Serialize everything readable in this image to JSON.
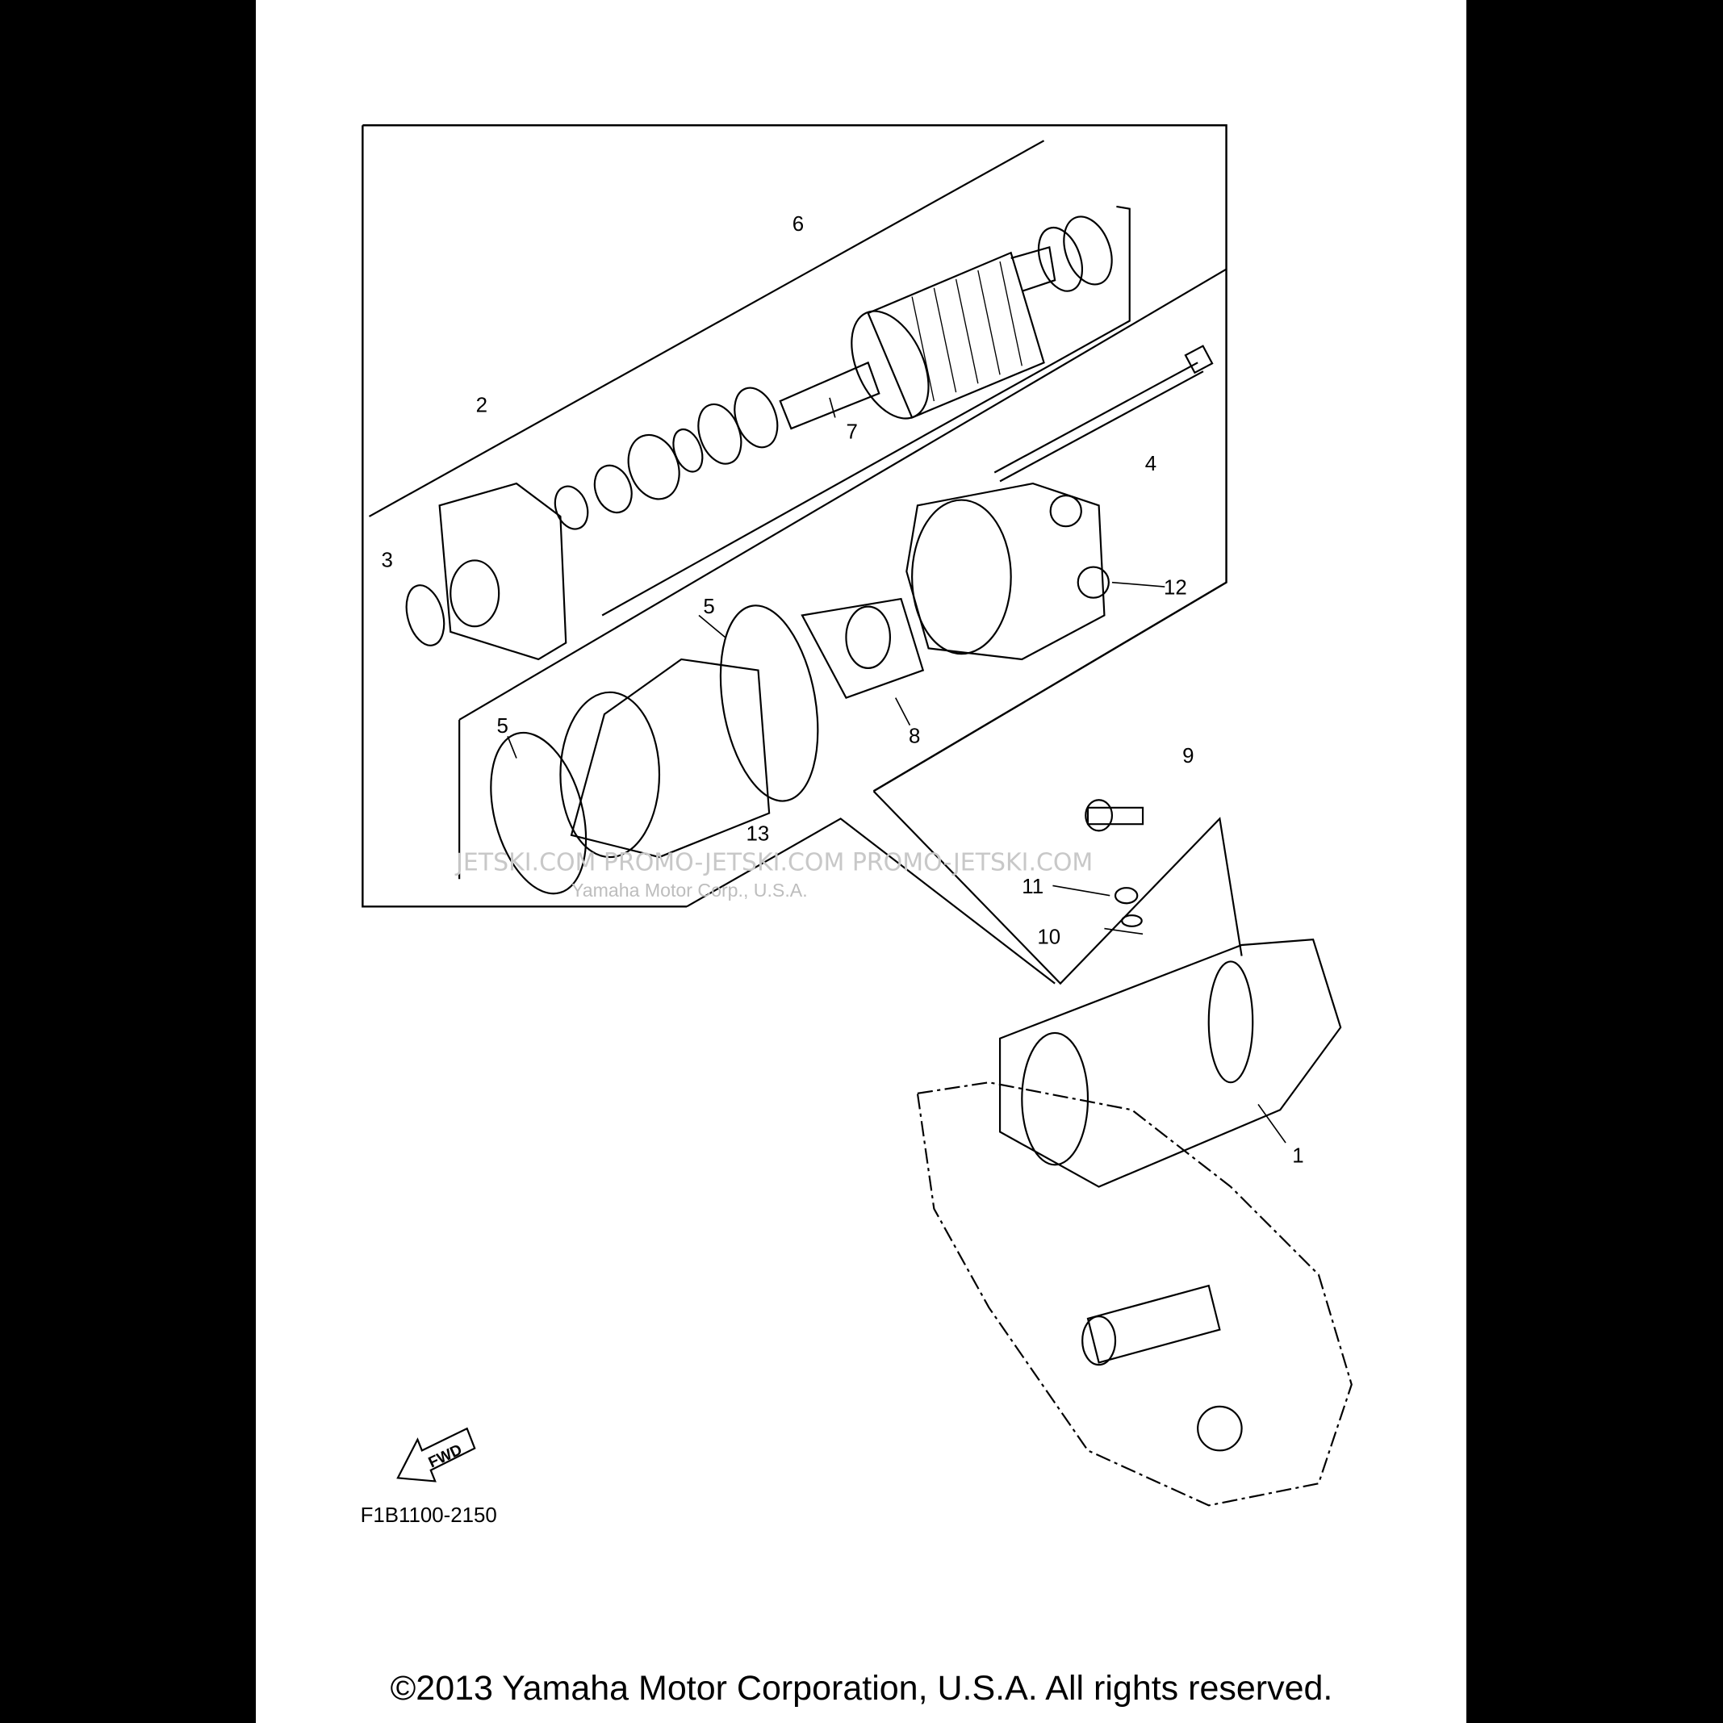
{
  "diagram": {
    "callouts": {
      "c1": "1",
      "c2": "2",
      "c3": "3",
      "c4": "4",
      "c5a": "5",
      "c5b": "5",
      "c6": "6",
      "c7": "7",
      "c8": "8",
      "c9": "9",
      "c10": "10",
      "c11": "11",
      "c12": "12",
      "c13": "13"
    },
    "fwd_label": "FWD",
    "figure_code": "F1B1100-2150",
    "watermark": "JETSKI.COM   PROMO-JETSKI.COM   PROMO-JETSKI.COM",
    "watermark_overlay": "Yamaha Motor Corp., U.S.A."
  },
  "footer": {
    "copyright": "©2013 Yamaha Motor Corporation, U.S.A. All rights reserved."
  }
}
